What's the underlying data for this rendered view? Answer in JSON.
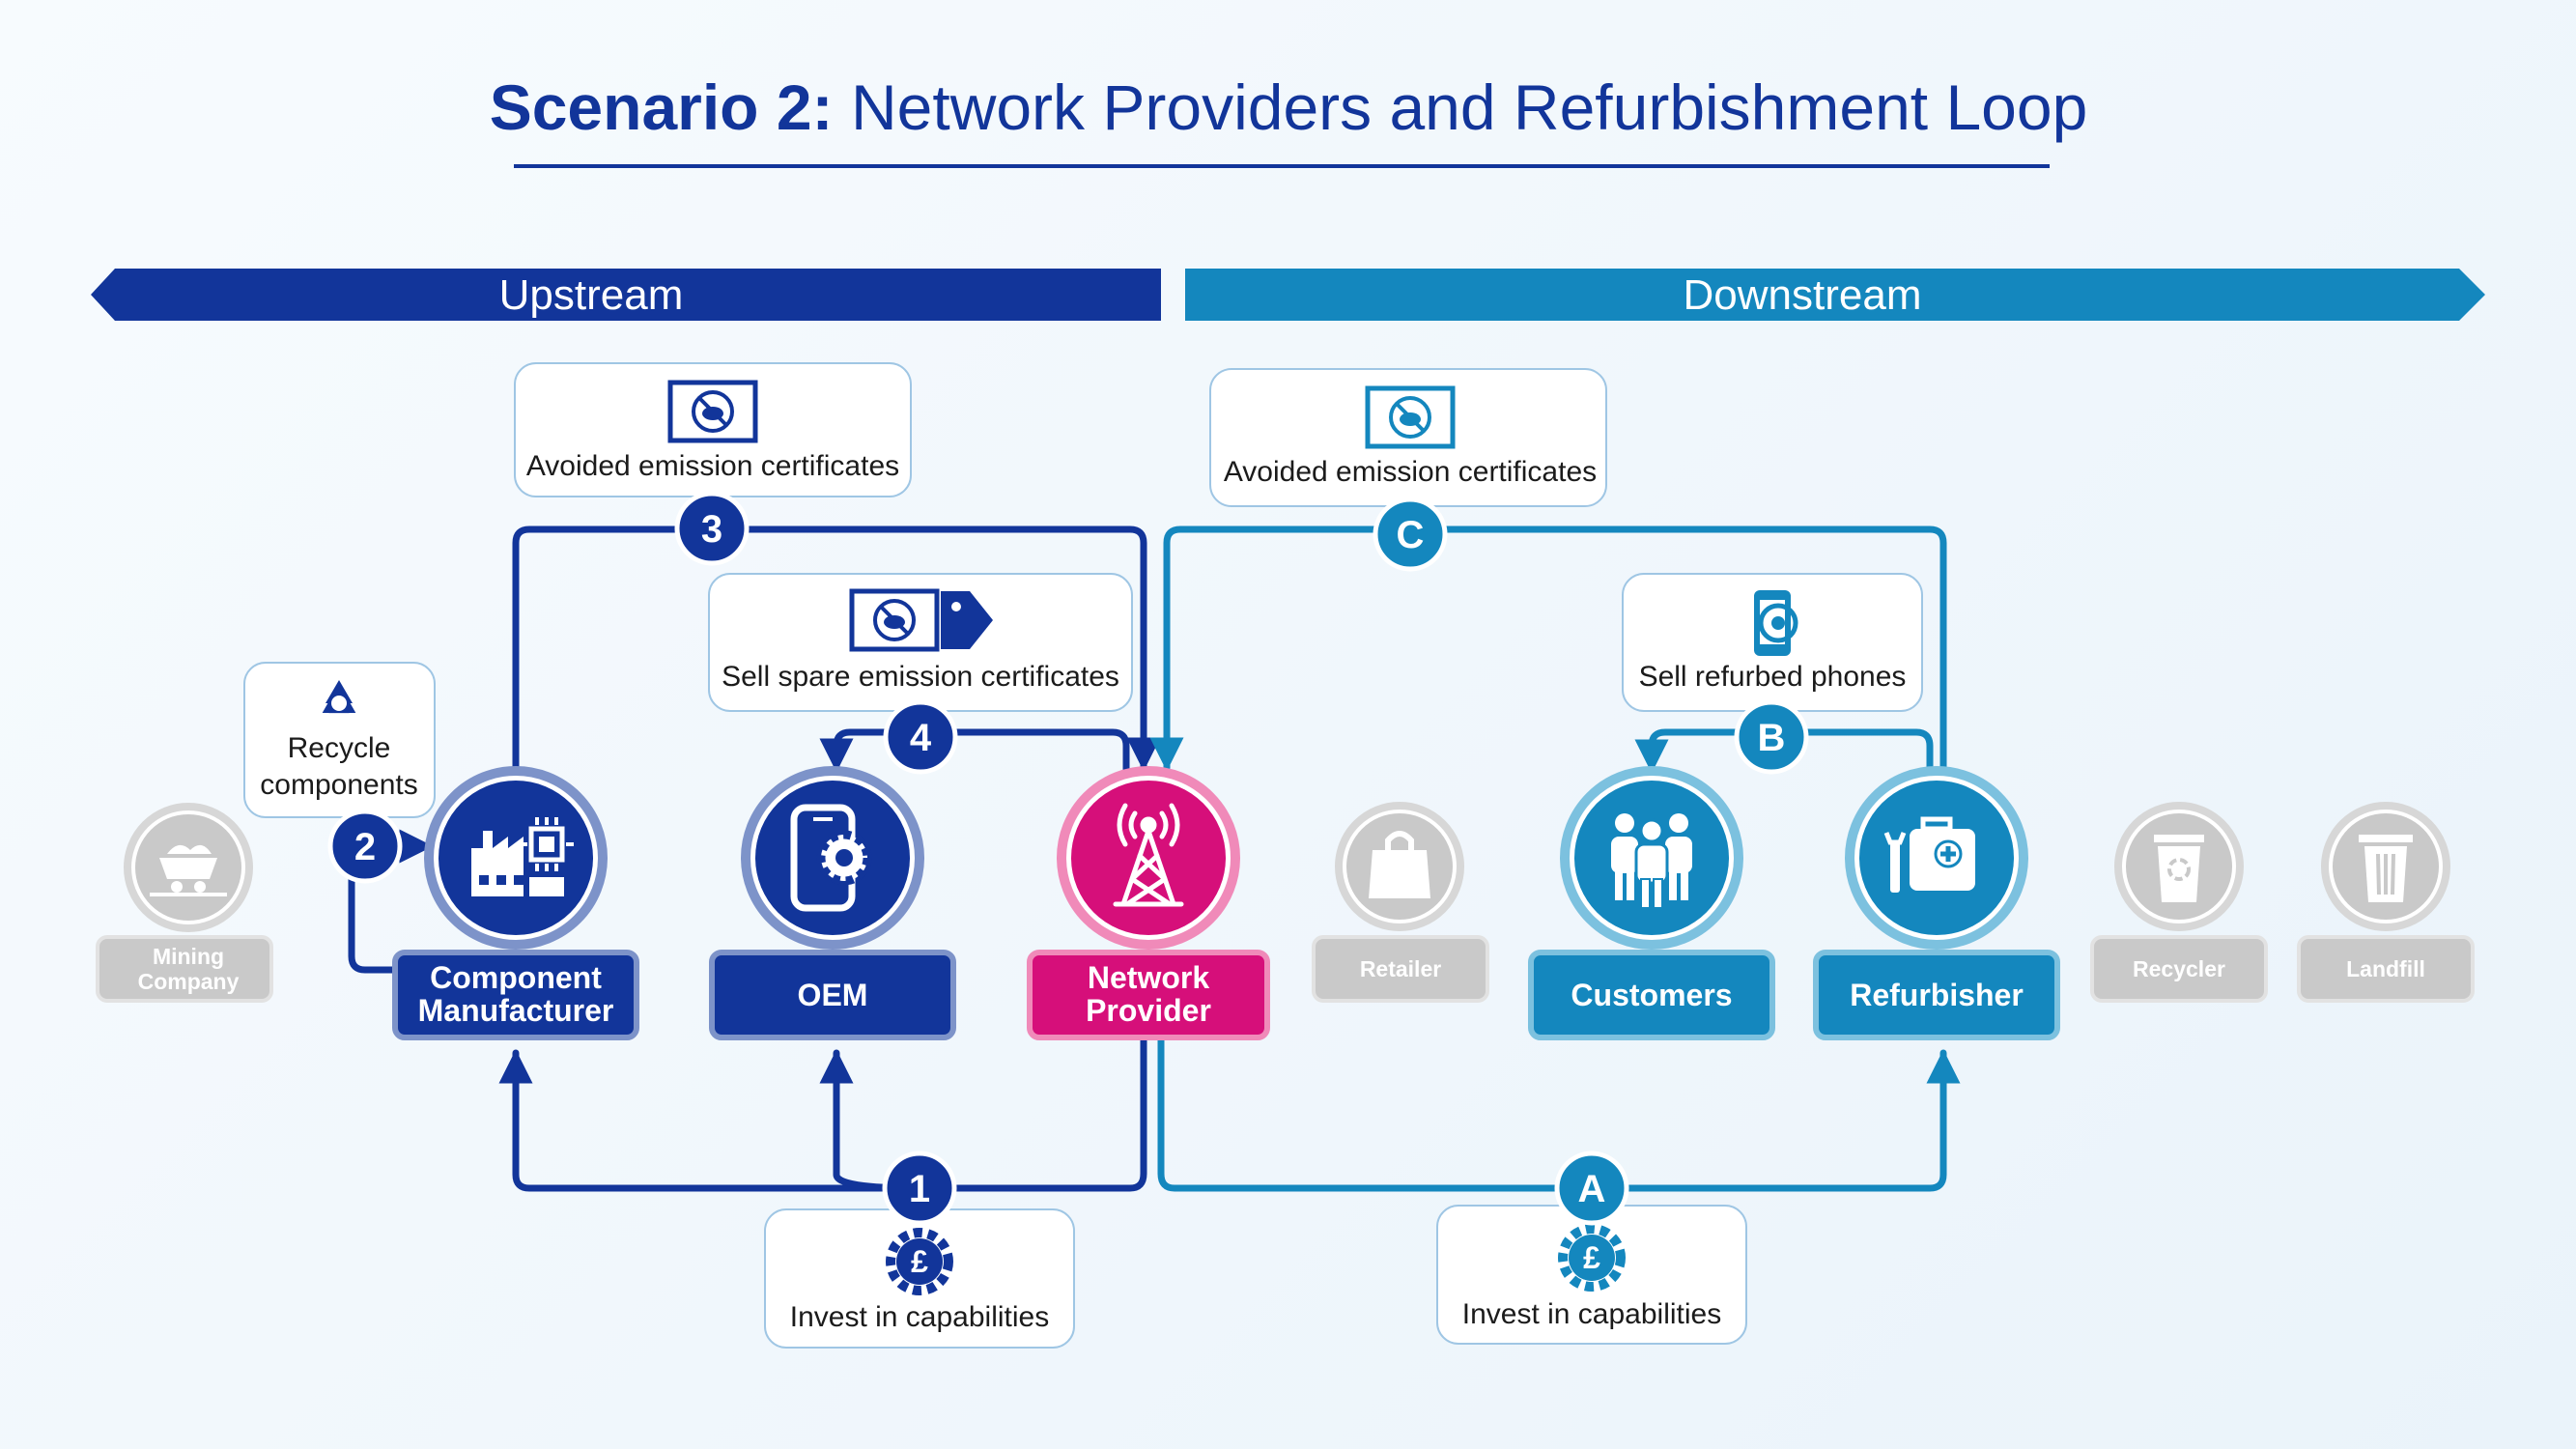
{
  "title": {
    "bold": "Scenario 2:",
    "regular": "Network Providers and Refurbishment Loop"
  },
  "bands": {
    "upstream": "Upstream",
    "downstream": "Downstream"
  },
  "colors": {
    "navy": "#12359a",
    "cyan": "#1487be",
    "magenta": "#d60f7a",
    "grey": "#c9c9c9"
  },
  "nodes": {
    "mining": {
      "line1": "Mining",
      "line2": "Company",
      "icon": "mine-cart-icon"
    },
    "component": {
      "line1": "Component",
      "line2": "Manufacturer",
      "icon": "factory-chip-icon"
    },
    "oem": {
      "label": "OEM",
      "icon": "phone-gear-icon"
    },
    "network": {
      "line1": "Network",
      "line2": "Provider",
      "icon": "radio-tower-icon"
    },
    "retailer": {
      "label": "Retailer",
      "icon": "shopping-bag-icon"
    },
    "customers": {
      "label": "Customers",
      "icon": "people-icon"
    },
    "refurbisher": {
      "label": "Refurbisher",
      "icon": "toolbox-icon"
    },
    "recycler": {
      "label": "Recycler",
      "icon": "recycle-bin-icon"
    },
    "landfill": {
      "label": "Landfill",
      "icon": "trash-can-icon"
    }
  },
  "boxes": {
    "avoided_up": {
      "text": "Avoided emission certificates",
      "icon": "avoided-emission-icon"
    },
    "avoided_down": {
      "text": "Avoided emission certificates",
      "icon": "avoided-emission-icon"
    },
    "sell_spare": {
      "text": "Sell spare emission certificates",
      "icon": "emission-tag-icon"
    },
    "recycle": {
      "line1": "Recycle",
      "line2": "components",
      "icon": "recycle-icon"
    },
    "sell_refurbed": {
      "text": "Sell refurbed phones",
      "icon": "refurbed-phone-icon"
    },
    "invest_up": {
      "text": "Invest in capabilities",
      "icon": "pound-gear-icon"
    },
    "invest_down": {
      "text": "Invest in capabilities",
      "icon": "pound-gear-icon"
    }
  },
  "badges": {
    "one": "1",
    "two": "2",
    "three": "3",
    "four": "4",
    "a": "A",
    "b": "B",
    "c": "C"
  }
}
